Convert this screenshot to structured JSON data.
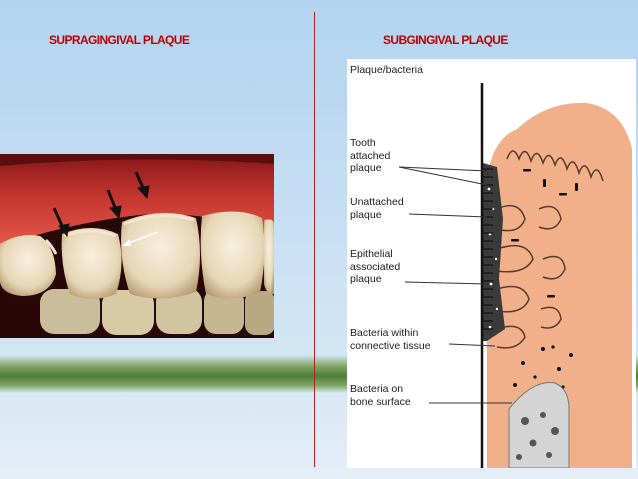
{
  "headings": {
    "left": "SUPRAGINGIVAL PLAQUE",
    "right": "SUBGINGIVAL PLAQUE"
  },
  "diagram": {
    "top_label": "Plaque/bacteria",
    "labels": [
      "Tooth\nattached\nplaque",
      "Unattached\nplaque",
      "Epithelial\nassociated\nplaque",
      "Bacteria within\nconnective tissue",
      "Bacteria on\nbone surface"
    ]
  },
  "colors": {
    "heading": "#c00000",
    "divider": "#b32121",
    "band_green": "#4f7d3a",
    "gingiva": "#f1b089"
  }
}
